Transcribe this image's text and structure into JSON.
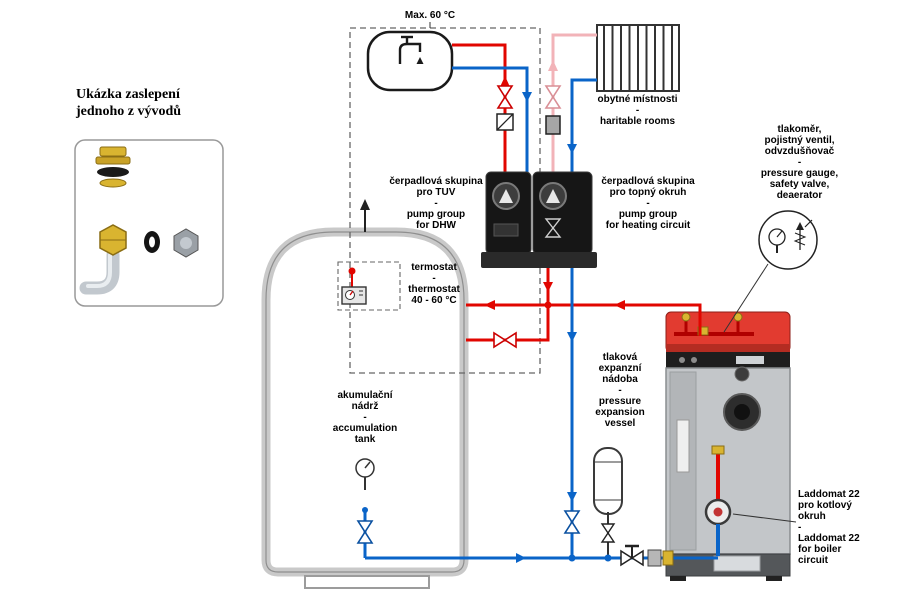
{
  "diagram": {
    "blanking_example_title": "Ukázka zaslepení\njednoho z vývodů",
    "max_temp": "Max. 60 °C",
    "rooms": "obytné místnosti\n-\nharitable rooms",
    "pump_group_dhw": "čerpadlová skupina\npro TUV\n-\npump group\nfor DHW",
    "pump_group_heating": "čerpadlová skupina\npro topný okruh\n-\npump group\nfor heating circuit",
    "gauge_group": "tlakoměr,\npojistný ventil,\nodvzdušňovač\n-\npressure gauge,\nsafety valve,\ndeaerator",
    "thermostat": "termostat\n-\nthermostat\n40 - 60 °C",
    "accumulation_tank": "akumulační\nnádrž\n-\naccumulation\ntank",
    "expansion_vessel": "tlaková\nexpanzní\nnádoba\n-\npressure\nexpansion\nvessel",
    "laddomat": "Laddomat 22\npro kotlový\nokruh\n-\nLaddomat 22\nfor boiler\ncircuit"
  },
  "colors": {
    "hot_supply": "#e10600",
    "cold_return": "#0a64c8",
    "heating_supply": "#f2b3b8",
    "boiler_red": "#e23b30",
    "brass": "#d9b430"
  },
  "symbols": [
    "blanking-example-figure",
    "dhw-tank",
    "tap-icon",
    "radiator",
    "pump-group-dhw",
    "pump-group-heating",
    "pump-icon",
    "valve-icon",
    "check-valve-icon",
    "filter-icon",
    "accumulation-tank",
    "vent-icon",
    "thermometer-icon",
    "thermostat-symbol",
    "expansion-vessel",
    "boiler",
    "laddomat-pump",
    "pressure-gauge-detail",
    "safety-valve-icon"
  ]
}
